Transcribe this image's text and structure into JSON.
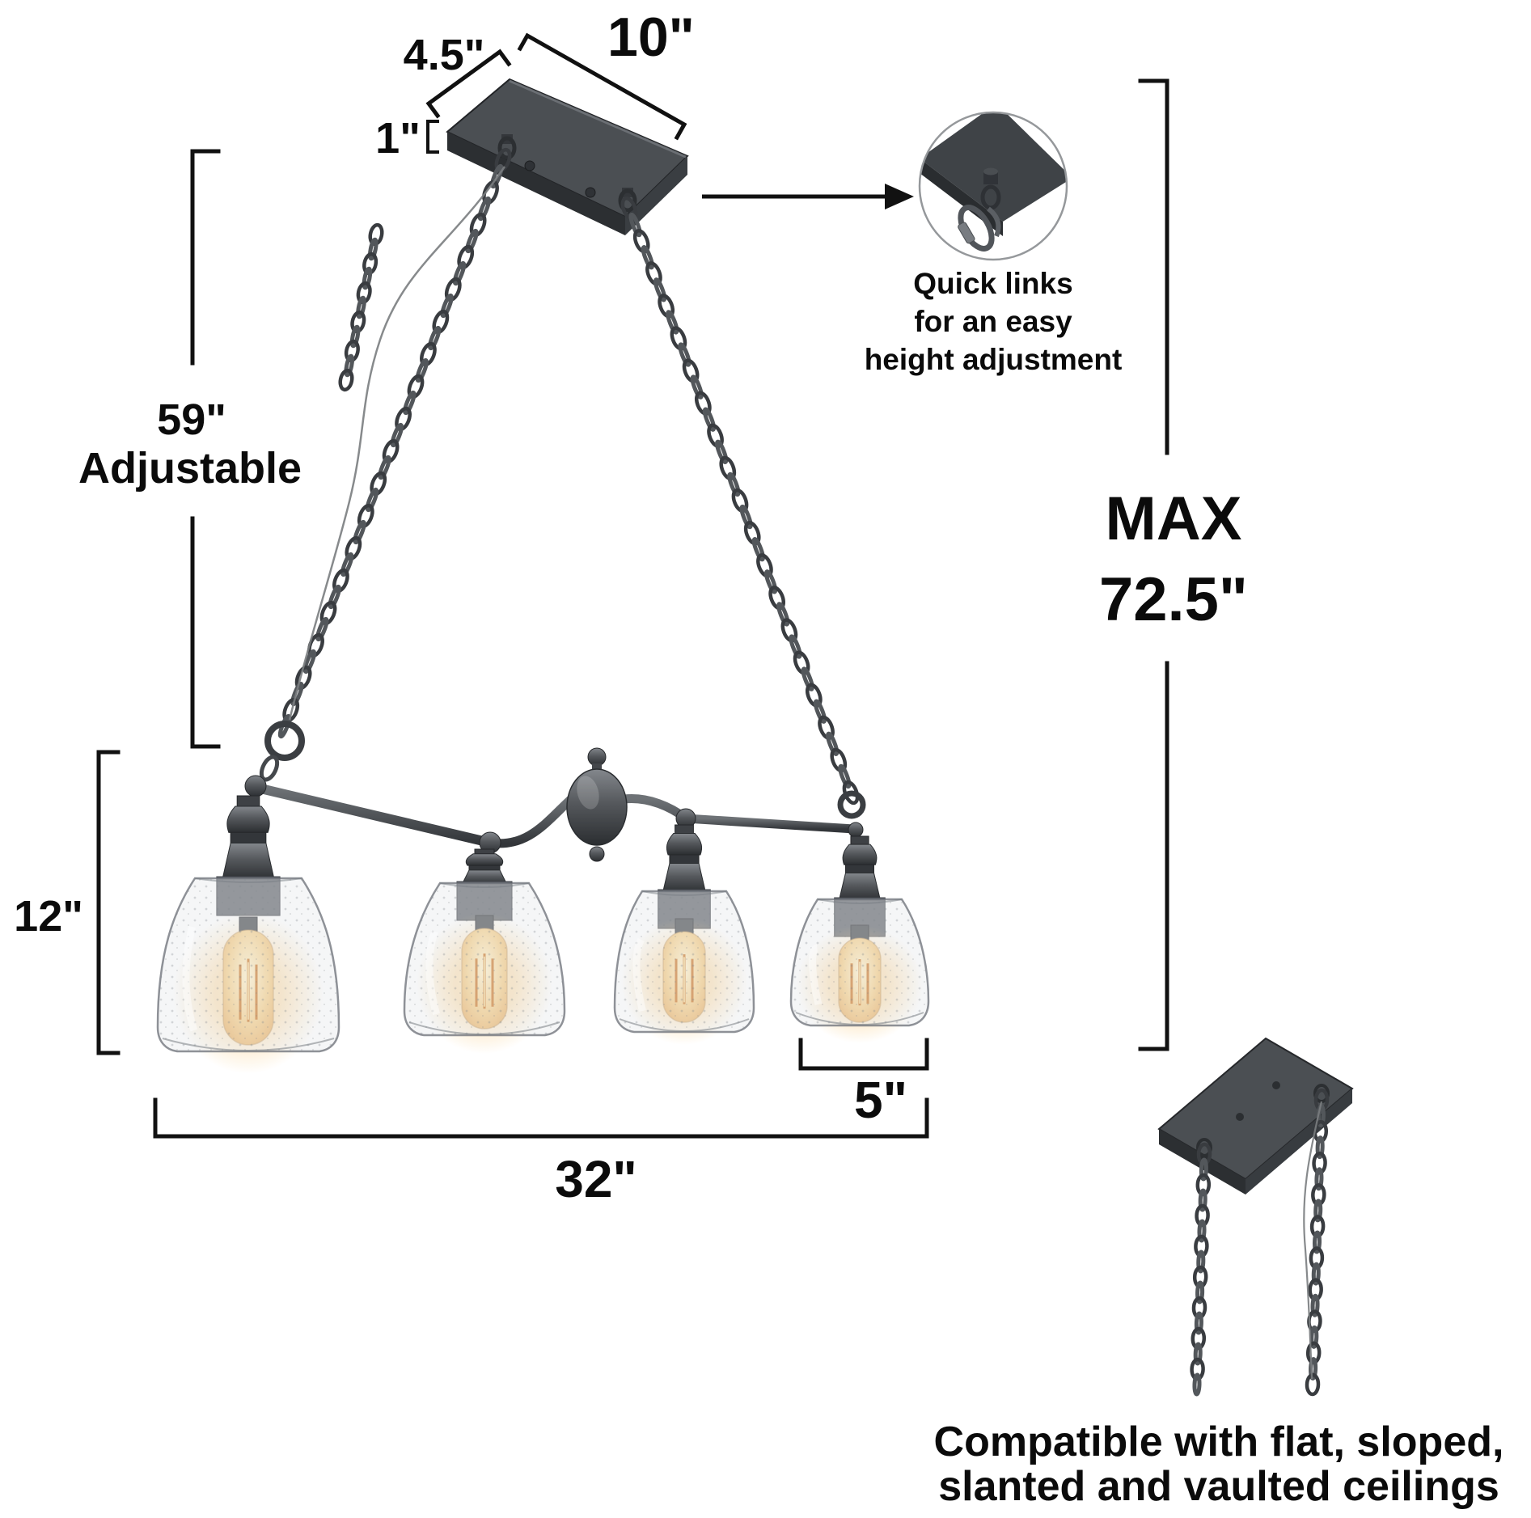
{
  "title": "4-light kitchen island pendant dimension diagram",
  "labels": {
    "canopy_depth": "4.5\"",
    "canopy_width": "10\"",
    "canopy_thickness": "1\"",
    "chain_length": "59\"",
    "chain_note": "Adjustable",
    "shade_height": "12\"",
    "shade_diameter": "5\"",
    "fixture_length": "32\"",
    "max_label": "MAX",
    "max_value": "72.5\""
  },
  "callouts": {
    "quick_links": [
      "Quick links",
      "for an easy",
      "height adjustment"
    ],
    "compatibility": [
      "Compatible with flat, sloped,",
      "slanted and vaulted ceilings"
    ]
  },
  "colors": {
    "background": "#ffffff",
    "annotation": "#111111",
    "metal_dark": "#2c2f32",
    "metal_mid": "#55585c",
    "metal_light": "#83878c",
    "glass_stroke": "#6e747b",
    "bulb_glow": "#f6c36a",
    "filament": "#c96f1e"
  }
}
